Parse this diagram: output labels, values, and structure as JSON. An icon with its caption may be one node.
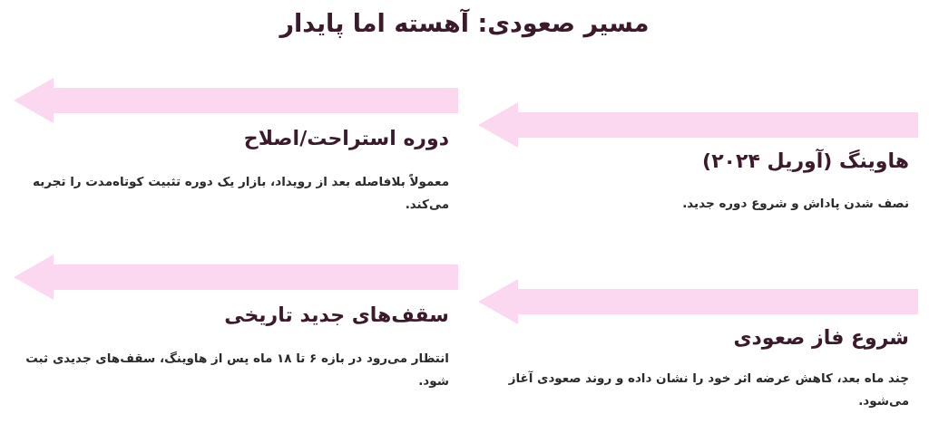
{
  "diagram": {
    "title": "مسیر صعودی: آهسته اما پایدار",
    "nodes": [
      {
        "text": [
          "هاوینگ (آوریل ۲۰۲۴)",
          "نصف شدن پاداش و شروع دوره جدید."
        ]
      },
      {
        "text": [
          "دوره استراحت/اصلاح",
          "معمولاً بلافاصله بعد از رویداد، بازار یک دوره تثبیت کوتاه‌مدت را تجربه می‌کند."
        ]
      },
      {
        "text": [
          "شروع فاز صعودی",
          "چند ماه بعد، کاهش عرضه اثر خود را نشان داده و روند صعودی آغاز می‌شود."
        ]
      },
      {
        "text": [
          "سقف‌های جدید تاریخی",
          "انتظار می‌رود در بازه ۶ تا ۱۸ ماه پس از هاوینگ، سقف‌های جدیدی ثبت شود."
        ]
      }
    ]
  }
}
